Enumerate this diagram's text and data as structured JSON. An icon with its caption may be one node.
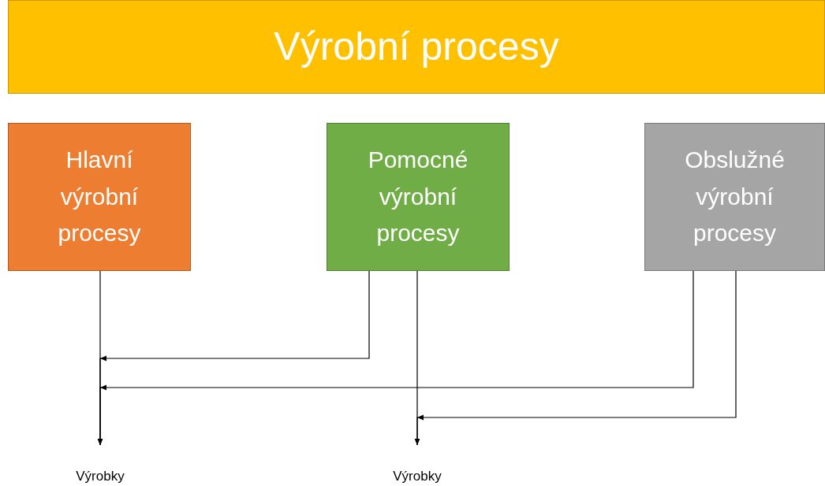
{
  "diagram": {
    "nodes": [
      {
        "text": [
          "Výrobní procesy"
        ]
      },
      {
        "text": [
          "Hlavní výrobní procesy"
        ]
      },
      {
        "text": [
          "Pomocné výrobní procesy"
        ]
      },
      {
        "text": [
          "Obslužné výrobní procesy"
        ]
      },
      {
        "text": [
          "Výrobky"
        ]
      },
      {
        "text": [
          "Výrobky"
        ]
      }
    ],
    "edges": [
      {
        "from": 1,
        "to": 4,
        "arrow": "to"
      },
      {
        "from": 2,
        "to": 4,
        "arrow": "to"
      },
      {
        "from": 3,
        "to": 4,
        "arrow": "to"
      },
      {
        "from": 2,
        "to": 5,
        "arrow": "to"
      },
      {
        "from": 3,
        "to": 5,
        "arrow": "to"
      }
    ]
  }
}
